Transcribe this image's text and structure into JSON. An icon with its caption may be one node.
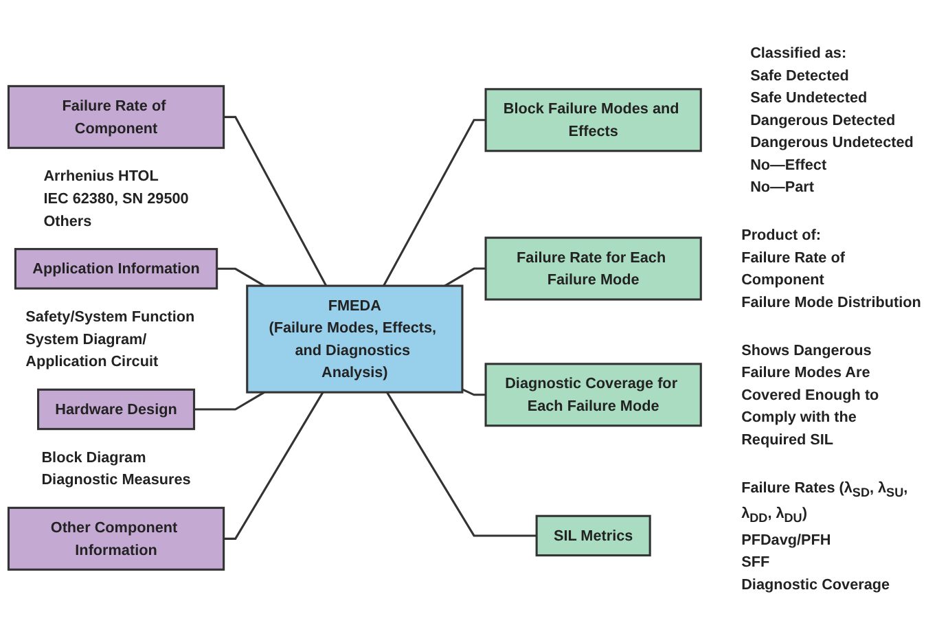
{
  "diagram": {
    "nodes": [
      {
        "text": [
          "Failure Rate of Component"
        ],
        "beside": [
          "Arrhenius HTOL",
          "IEC 62380, SN 29500",
          "Others"
        ]
      },
      {
        "text": [
          "Application Information"
        ],
        "beside": [
          "Safety/System Function",
          "System Diagram/ Application Circuit"
        ]
      },
      {
        "text": [
          "Hardware Design"
        ],
        "beside": [
          "Block Diagram",
          "Diagnostic Measures"
        ]
      },
      {
        "text": [
          "Other Component Information"
        ]
      },
      {
        "text": [
          "FMEDA",
          "(Failure Modes, Effects, and Diagnostics Analysis)"
        ]
      },
      {
        "text": [
          "Block Failure Modes and Effects"
        ],
        "beside": [
          "Classified as:",
          "Safe Detected",
          "Safe Undetected",
          "Dangerous Detected",
          "Dangerous Undetected",
          "No—Effect",
          "No—Part"
        ]
      },
      {
        "text": [
          "Failure Rate for Each Failure Mode"
        ],
        "beside": [
          "Product of:",
          "Failure Rate of Component",
          "Failure Mode Distribution"
        ]
      },
      {
        "text": [
          "Diagnostic Coverage for Each Failure Mode"
        ],
        "beside": [
          "Shows Dangerous Failure Modes Are Covered Enough to Comply with the Required SIL"
        ]
      },
      {
        "text": [
          "SIL Metrics"
        ],
        "beside": [
          "Failure Rates (λ$_{SD}$, λ$_{SU}$, λ$_{DD}$, λ$_{DU}$)",
          "PFDavg/PFH",
          "SFF",
          "Diagnostic Coverage"
        ]
      }
    ],
    "edges": [
      {
        "from": 0,
        "to": 4,
        "arrow": "none"
      },
      {
        "from": 1,
        "to": 4,
        "arrow": "none"
      },
      {
        "from": 2,
        "to": 4,
        "arrow": "none"
      },
      {
        "from": 3,
        "to": 4,
        "arrow": "none"
      },
      {
        "from": 4,
        "to": 5,
        "arrow": "none"
      },
      {
        "from": 4,
        "to": 6,
        "arrow": "none"
      },
      {
        "from": 4,
        "to": 7,
        "arrow": "none"
      },
      {
        "from": 4,
        "to": 8,
        "arrow": "none"
      }
    ]
  }
}
